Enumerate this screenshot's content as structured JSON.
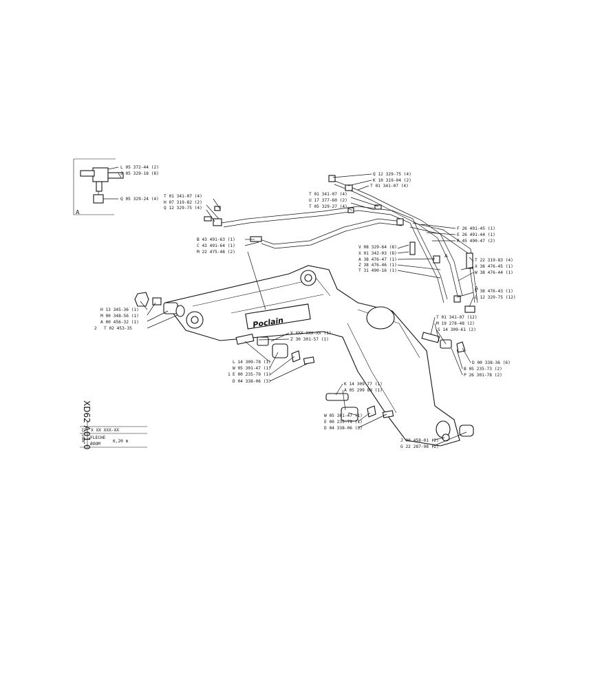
{
  "sheet": {
    "code": "XD62 A01.0",
    "ref": "X XX XXX-XX",
    "date": "12-1984",
    "title_fr": "FLECHE",
    "title_en": "BOOM",
    "size": "6,20 m",
    "brand": "Poclain",
    "detail_tag": "A"
  },
  "labels": {
    "inset": [
      "L 05 372-44 (2)",
      "J 05 329-18 (8)",
      "Q 05 329-24 (4)"
    ],
    "left_hose": [
      "T 01 341-07 (4)",
      "H 07 319-82 (2)",
      "Q 12 329-75 (4)"
    ],
    "center_hose": [
      "B 43 491-63 (1)",
      "C 43 491-64 (1)",
      "M 22 475-48 (2)"
    ],
    "top_fittings": [
      "Q 12 329-75 (4)",
      "K 10 319-04 (2)",
      "T 01 341-07 (4)",
      "T 01 341-07 (4)",
      "U 17 377-60 (2)",
      "T 05 329-27 (4)"
    ],
    "right_tubes": [
      "F 26 491-45 (1)",
      "E 26 491-44 (1)",
      "R 45 490-47 (2)"
    ],
    "right_mid": [
      "V 08 329-64 (8)",
      "X 01 342-03 (8)",
      "A 38 476-47 (1)",
      "Z 38 476-46 (1)",
      "T 31 490-16 (1)"
    ],
    "right_clamps": [
      "T 22 319-83 (4)",
      "X 38 476-45 (1)",
      "W 38 476-44 (1)"
    ],
    "right_low": [
      "V 38 476-43 (1)",
      "Q 12 329-75 (12)"
    ],
    "left_pin": [
      "H 13 345-36 (1)",
      "M 00 348-56 (1)",
      "A 00 456-32 (1)",
      "T 02 453-35"
    ],
    "left_pin_prefix": "2",
    "boom_center": [
      "X XXX XXX-XX (1)",
      "Z 30 301-57 (1)"
    ],
    "middle_pin": [
      "L 14 309-78 (1)",
      "W 05 301-47 (1)",
      "E 00 235-79 (1)",
      "D 04 338-06 (3)"
    ],
    "middle_pin_prefix": "1",
    "bottom_pin": [
      "K 14 309-77 (1)",
      "A 05 299 89 (1)",
      "W 05 301-47 (1)",
      "E 00 235-79 (1)",
      "D 04 338-06 (3)"
    ],
    "right_pin": [
      "T 01 341-07 (12)",
      "M 19 278-48 (2)",
      "S 14 309-61 (2)",
      "D 00 338-36 (6)",
      "B 05 235-73 (2)",
      "P 26 301-78 (2)"
    ],
    "tip": [
      "J 00 458-01 (2)",
      "G 22 287-98 (2)"
    ]
  }
}
